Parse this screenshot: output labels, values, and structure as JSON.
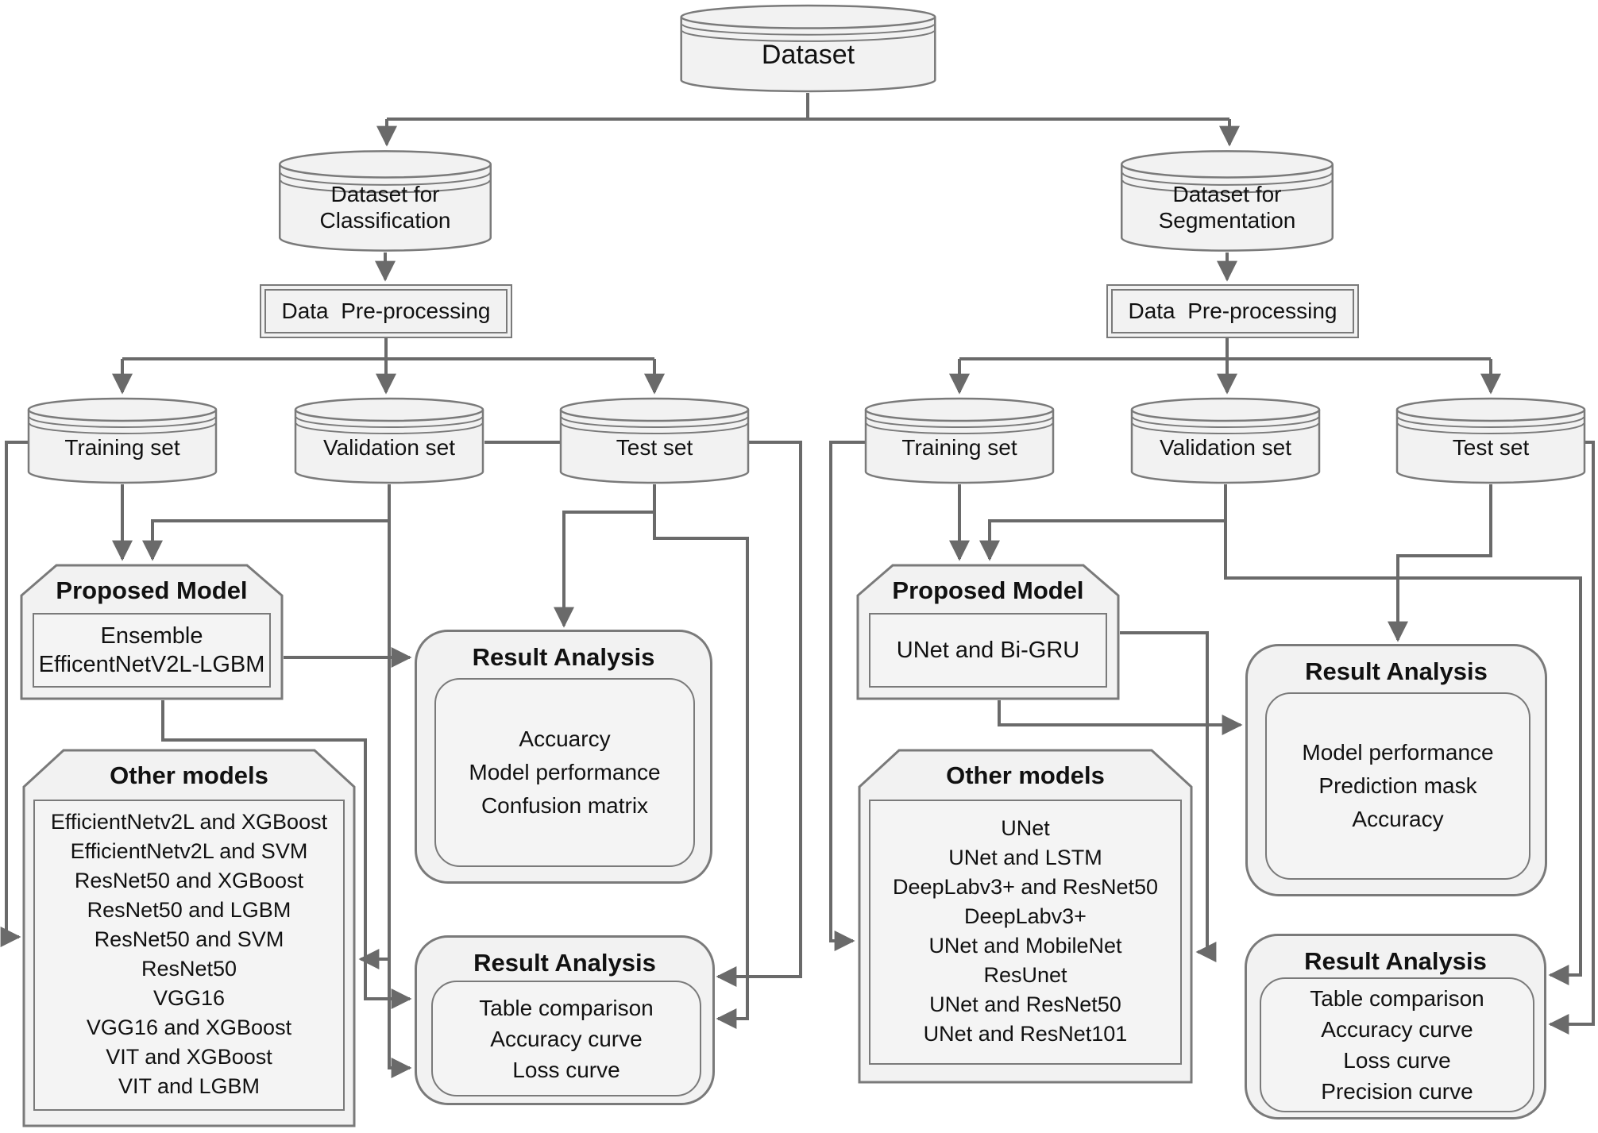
{
  "colors": {
    "node_fill": "#f2f2f2",
    "node_border": "#7a7a7a",
    "connector": "#6a6a6a",
    "text": "#111111"
  },
  "root": {
    "label": "Dataset"
  },
  "left": {
    "dataset": {
      "line1": "Dataset for",
      "line2": "Classification"
    },
    "preprocessing": "Data  Pre-processing",
    "splits": {
      "training": "Training set",
      "validation": "Validation set",
      "test": "Test set"
    },
    "proposed": {
      "title": "Proposed Model",
      "model": "Ensemble EfficentNetV2L-LGBM"
    },
    "others": {
      "title": "Other models",
      "models": [
        "EfficientNetv2L and XGBoost",
        "EfficientNetv2L and SVM",
        "ResNet50 and XGBoost",
        "ResNet50 and LGBM",
        "ResNet50 and SVM",
        "ResNet50",
        "VGG16",
        "VGG16 and XGBoost",
        "VIT and XGBoost",
        "VIT and LGBM"
      ]
    },
    "result_top": {
      "title": "Result Analysis",
      "items": [
        "Accuarcy",
        "Model performance",
        "Confusion matrix"
      ]
    },
    "result_bottom": {
      "title": "Result Analysis",
      "items": [
        "Table comparison",
        "Accuracy curve",
        "Loss curve"
      ]
    }
  },
  "right": {
    "dataset": {
      "line1": "Dataset for",
      "line2": "Segmentation"
    },
    "preprocessing": "Data  Pre-processing",
    "splits": {
      "training": "Training set",
      "validation": "Validation set",
      "test": "Test set"
    },
    "proposed": {
      "title": "Proposed Model",
      "model": "UNet and Bi-GRU"
    },
    "others": {
      "title": "Other models",
      "models": [
        "UNet",
        "UNet and LSTM",
        "DeepLabv3+ and ResNet50",
        "DeepLabv3+",
        "UNet and MobileNet",
        "ResUnet",
        "UNet and ResNet50",
        "UNet and ResNet101"
      ]
    },
    "result_top": {
      "title": "Result Analysis",
      "items": [
        "Model performance",
        "Prediction mask",
        "Accuracy"
      ]
    },
    "result_bottom": {
      "title": "Result Analysis",
      "items": [
        "Table comparison",
        "Accuracy curve",
        "Loss curve",
        "Precision curve"
      ]
    }
  }
}
